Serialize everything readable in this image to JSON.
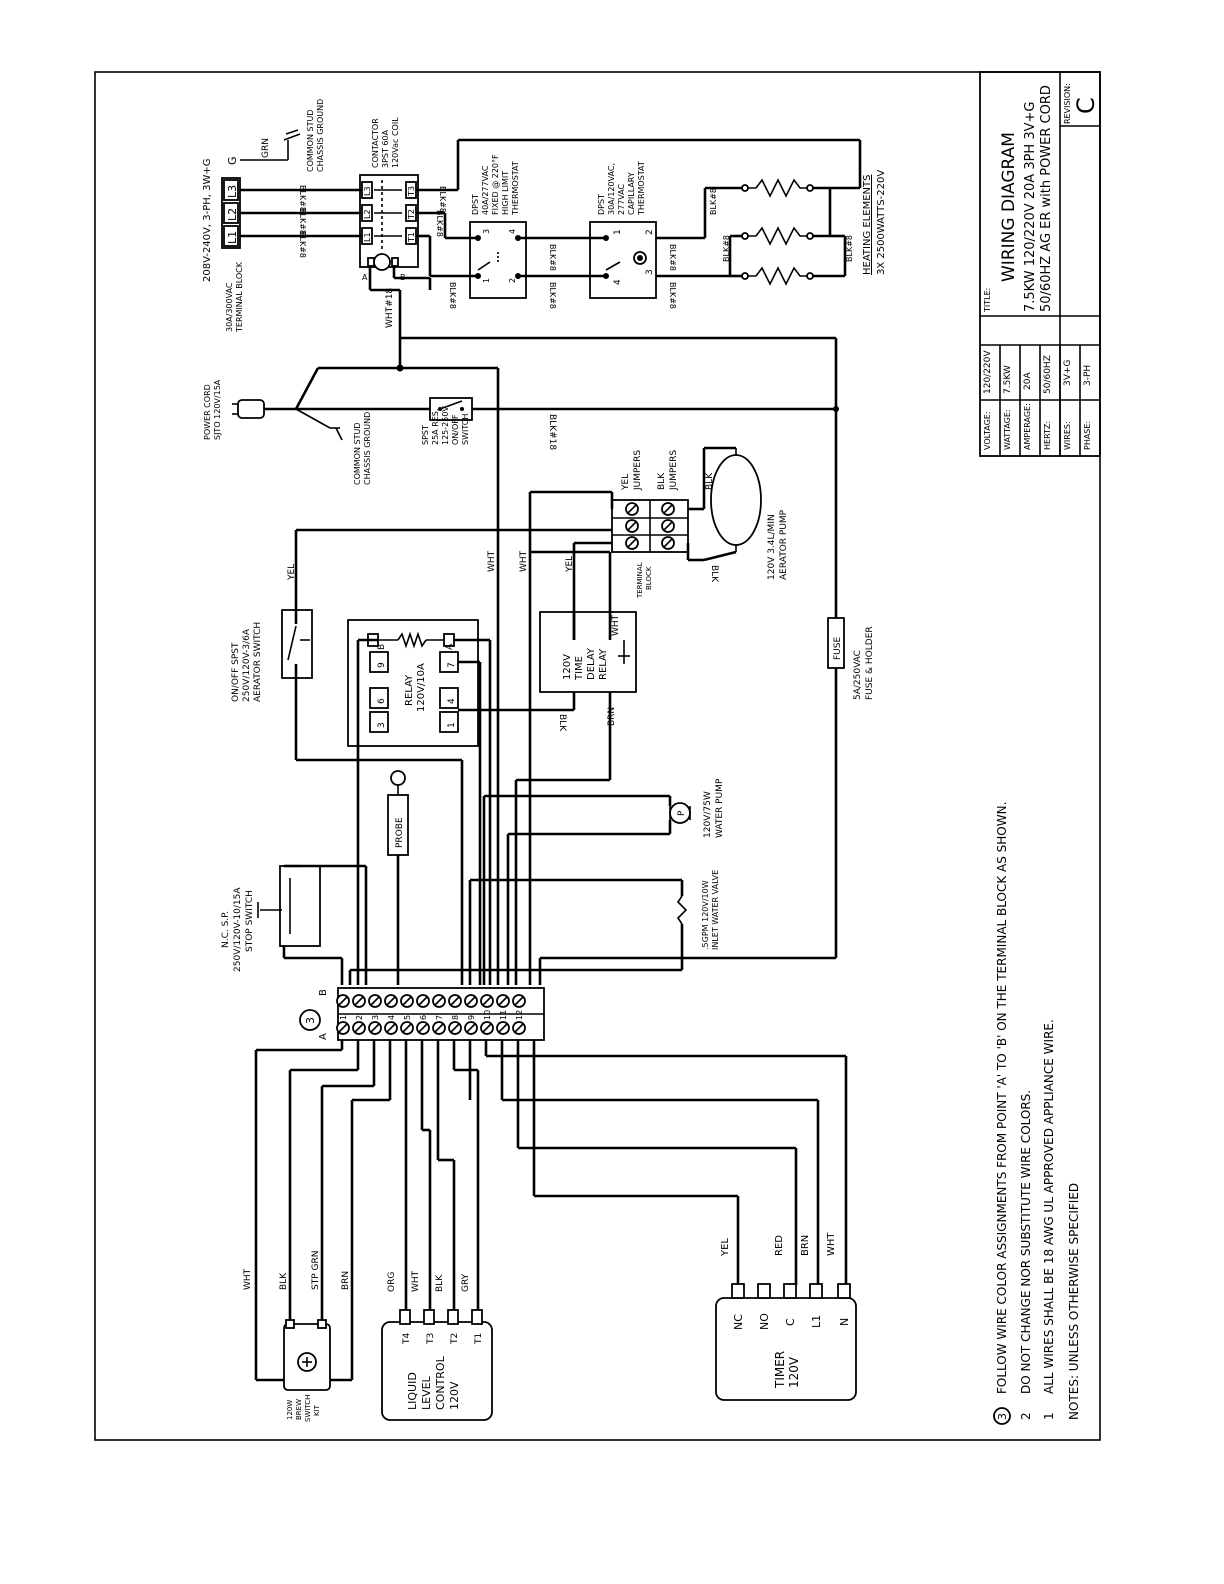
{
  "title_block": {
    "title_label": "TITLE:",
    "title": "WIRING DIAGRAM",
    "subtitle_1": "7.5KW 120/220V 20A 3PH 3V+G",
    "subtitle_2": "50/60HZ AG ER with POWER CORD",
    "revision_label": "REVISION:",
    "revision": "C",
    "specs": [
      {
        "label": "VOLTAGE:",
        "value": "120/220V"
      },
      {
        "label": "WATTAGE:",
        "value": "7.5KW"
      },
      {
        "label": "AMPERAGE:",
        "value": "20A"
      },
      {
        "label": "HERTZ:",
        "value": "50/60HZ"
      },
      {
        "label": "WIRES:",
        "value": "3V+G"
      },
      {
        "label": "PHASE:",
        "value": "3-PH"
      }
    ]
  },
  "notes": {
    "header": "NOTES: UNLESS OTHERWISE SPECIFIED",
    "items": [
      {
        "num": "1",
        "text": "ALL WIRES SHALL BE 18 AWG UL APPROVED APPLIANCE WIRE."
      },
      {
        "num": "2",
        "text": "DO NOT CHANGE NOR SUBSTITUTE WIRE COLORS."
      },
      {
        "num": "3",
        "text": "FOLLOW WIRE COLOR ASSIGNMENTS FROM POINT 'A' TO 'B' ON THE TERMINAL BLOCK AS SHOWN."
      }
    ]
  },
  "supply": {
    "voltage": "208V-240V, 3-PH, 3W+G",
    "terminal_block": [
      "30A/300VAC",
      "TERMINAL BLOCK"
    ],
    "line_terminals": [
      "L1",
      "L2",
      "L3"
    ],
    "ground_terminal": "G",
    "ground_wire": "GRN",
    "chassis_ground": [
      "COMMON STUD",
      "CHASSIS GROUND"
    ]
  },
  "contactor": {
    "lines": [
      "CONTACTOR",
      "3PST 60A",
      "120Vac COIL"
    ],
    "terminals": [
      "L1",
      "L2",
      "L3",
      "T1",
      "T2",
      "T3",
      "A",
      "B"
    ]
  },
  "high_limit": {
    "lines": [
      "DPST",
      "40A/277VAC",
      "FIXED @ 220°F",
      "HIGH LIMIT",
      "THERMOSTAT"
    ],
    "terminals": [
      "1",
      "2",
      "3",
      "4"
    ]
  },
  "thermostat": {
    "lines": [
      "DPST",
      "30A/120VAC,",
      "277VAC",
      "CAPILLARY",
      "THERMOSTAT"
    ],
    "terminals": [
      "1",
      "2",
      "3",
      "4"
    ]
  },
  "heating": {
    "label": "HEATING ELEMENTS",
    "spec": "3X 2500WATTS-220V"
  },
  "wire_labels": {
    "blk8": "BLK#8",
    "blk18": "BLK#18",
    "wht18": "WHT#18",
    "wht": "WHT",
    "yel": "YEL",
    "blk": "BLK",
    "brn": "BRN",
    "grn": "STP GRN",
    "org": "ORG",
    "gry": "GRY",
    "red": "RED"
  },
  "power_cord": {
    "lines": [
      "POWER CORD",
      "SJTO 120V/15A"
    ],
    "ground": [
      "COMMON STUD",
      "CHASSIS GROUND"
    ]
  },
  "spst_switch": {
    "lines": [
      "SPST",
      "25A RES.",
      "125-250V",
      "ON/OFF",
      "SWITCH"
    ]
  },
  "jumpers": {
    "yel": [
      "YEL",
      "JUMPERS"
    ],
    "blk": [
      "BLK",
      "JUMPERS"
    ],
    "block": [
      "TERMINAL",
      "BLOCK"
    ]
  },
  "aerator_pump": {
    "lines": [
      "120V 3.4L/MIN",
      "AERATOR PUMP"
    ]
  },
  "aerator_switch": {
    "lines": [
      "ON/OFF SPST",
      "250V/120V-3/6A",
      "AERATOR SWITCH"
    ]
  },
  "relay": {
    "lines": [
      "RELAY",
      "120V/10A"
    ],
    "pins": [
      "B",
      "A",
      "3",
      "6",
      "9",
      "1",
      "4",
      "7"
    ]
  },
  "time_delay_relay": {
    "lines": [
      "120V",
      "TIME",
      "DELAY",
      "RELAY"
    ]
  },
  "fuse": {
    "label": "FUSE",
    "lines": [
      "5A/250VAC",
      "FUSE & HOLDER"
    ]
  },
  "probe": {
    "label": "PROBE"
  },
  "water_pump": {
    "symbol": "P",
    "lines": [
      "120V/75W",
      "WATER PUMP"
    ]
  },
  "water_valve": {
    "lines": [
      ".5GPM 120V/10W",
      "INLET WATER VALVE"
    ]
  },
  "stop_switch": {
    "lines": [
      "N.C. S.P.",
      "250V/120V-10/15A",
      "STOP SWITCH"
    ]
  },
  "terminal_strip": {
    "marker": "3",
    "side_a": "A",
    "side_b": "B",
    "numbers": [
      "1",
      "2",
      "3",
      "4",
      "5",
      "6",
      "7",
      "8",
      "9",
      "10",
      "11",
      "12"
    ]
  },
  "brew_switch": {
    "lines": [
      "120W",
      "BREW",
      "SWITCH",
      "KIT"
    ]
  },
  "liquid_level": {
    "lines": [
      "LIQUID",
      "LEVEL",
      "CONTROL",
      "120V"
    ],
    "terminals": [
      "T4",
      "T3",
      "T2",
      "T1"
    ]
  },
  "timer": {
    "lines": [
      "TIMER",
      "120V"
    ],
    "terminals": [
      "NC",
      "NO",
      "C",
      "L1",
      "N"
    ]
  }
}
